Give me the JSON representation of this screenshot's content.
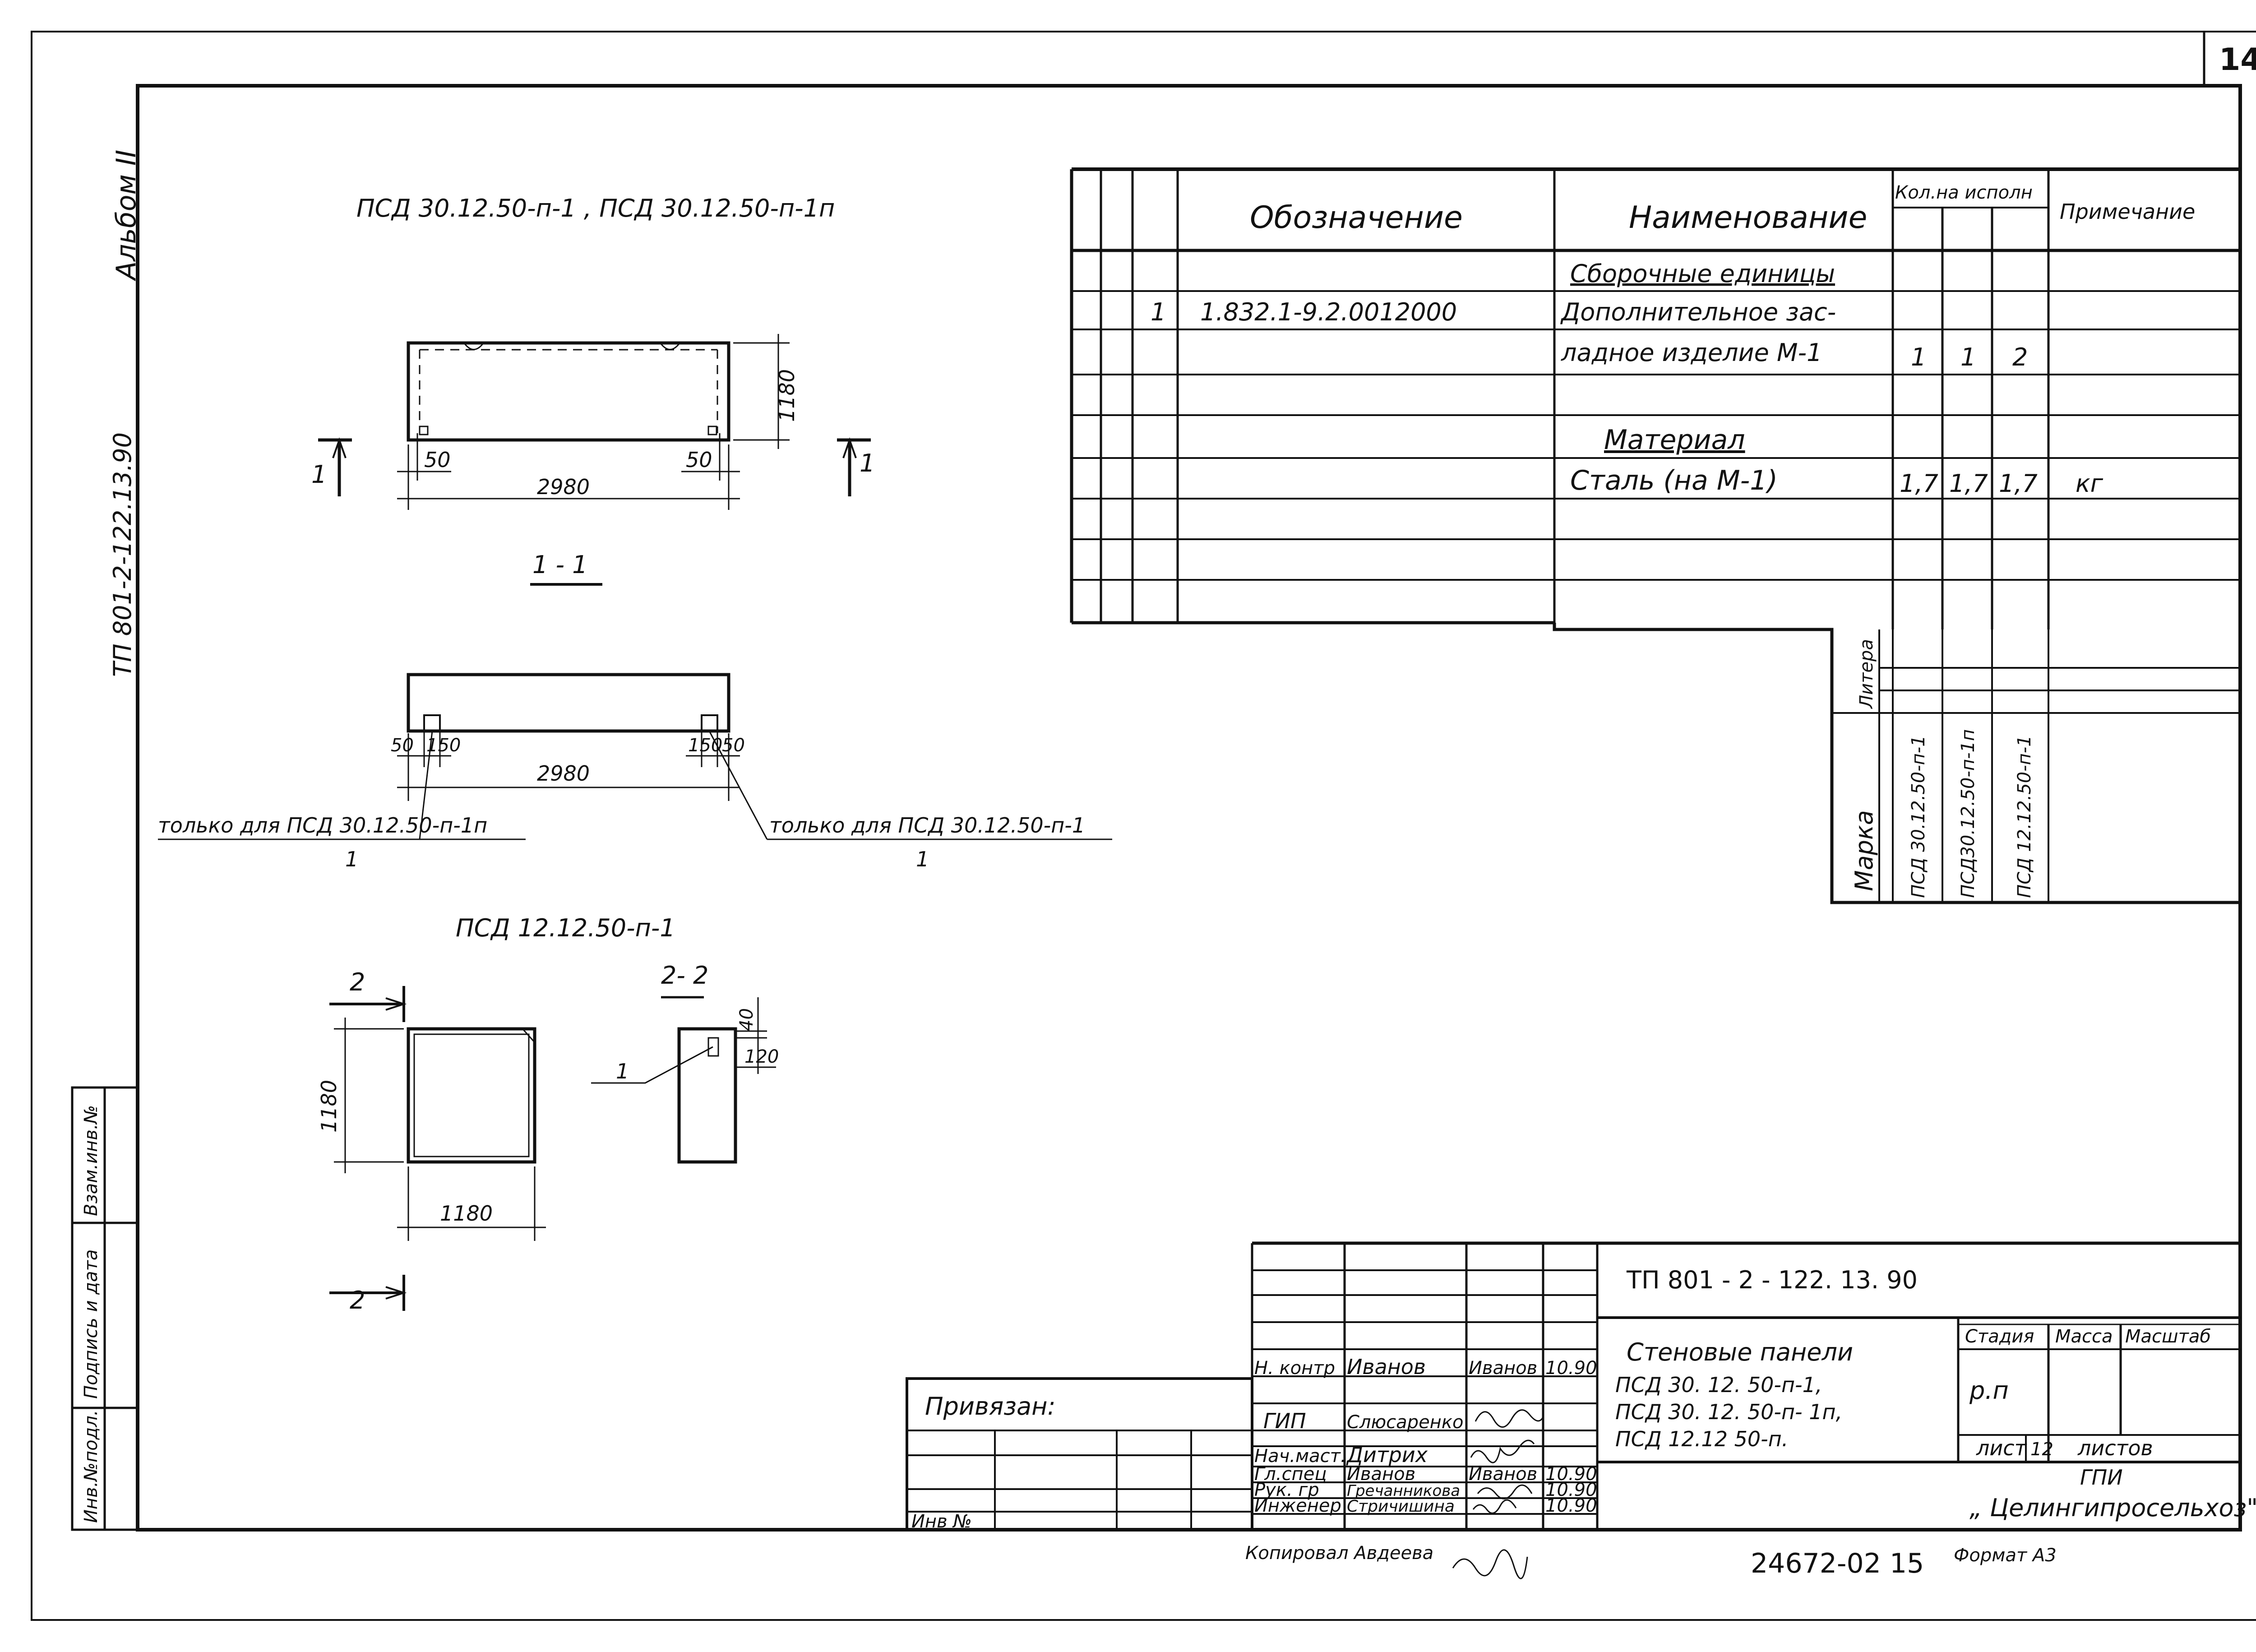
{
  "sheet_number": "14",
  "album_label": "Альбом II",
  "project_code_vertical": "ТП 801-2-122.13.90",
  "stamp_side_labels": [
    "Инв.№подл.",
    "Подпись и дата",
    "Взам.инв.№"
  ],
  "top_drawing": {
    "title": "ПСД 30.12.50-п-1 ,  ПСД 30.12.50-п-1п",
    "dim_height": "1180",
    "dim_left_50": "50",
    "dim_right_50": "50",
    "dim_length": "2980",
    "section_mark_left": "1",
    "section_mark_right": "1"
  },
  "section_1_1": {
    "title": "1 - 1",
    "dim_50_left": "50",
    "dim_150_left": "150",
    "dim_150_right": "150",
    "dim_50_right": "50",
    "dim_length": "2980",
    "note_left": "только для ПСД 30.12.50-п-1п",
    "note_left_pos": "1",
    "note_right": "только для ПСД 30.12.50-п-1",
    "note_right_pos": "1"
  },
  "small_panel": {
    "title": "ПСД 12.12.50-п-1",
    "cut_mark_top": "2",
    "cut_mark_bottom": "2",
    "dim_height": "1180",
    "dim_width": "1180"
  },
  "section_2_2": {
    "title": "2- 2",
    "dim_40": "40",
    "dim_120": "120",
    "leader_pos": "1"
  },
  "spec_table": {
    "headers": {
      "designation": "Обозначение",
      "name": "Наименование",
      "qty": "Кол.на исполн",
      "note": "Примечание"
    },
    "section_assembly": "Сборочные единицы",
    "row1_pos": "1",
    "row1_designation": "1.832.1-9.2.0012000",
    "row1_name_line1": "Дополнительное зас-",
    "row1_name_line2": "ладное изделие М-1",
    "row1_qty": [
      "1",
      "1",
      "2"
    ],
    "section_material": "Материал",
    "row2_name": "Сталь (на М-1)",
    "row2_qty": [
      "1,7",
      "1,7",
      "1,7"
    ],
    "row2_note": "кг",
    "litera_label": "Литера",
    "marka_label": "Марка",
    "marks": [
      "ПСД 30.12.50-п-1",
      "ПСД30.12.50-п-1п",
      "ПСД 12.12.50-п-1"
    ]
  },
  "title_block": {
    "doc_code": "ТП 801 - 2 - 122. 13. 90",
    "title_line1": "Стеновые панели",
    "title_line2": "ПСД 30. 12. 50-п-1,",
    "title_line3": "ПСД 30. 12. 50-п- 1п,",
    "title_line4": "ПСД 12.12 50-п.",
    "stage_header": "Стадия",
    "mass_header": "Масса",
    "scale_header": "Масштаб",
    "stage_value": "р.п",
    "sheet_label": "лист",
    "sheet_value": "12",
    "sheets_label": "листов",
    "org_line1": "ГПИ",
    "org_line2": "„ Целингипросельхоз\"",
    "signers": [
      {
        "role": "Н. контр",
        "name": "Иванов",
        "sign": "Иванов",
        "date": "10.90"
      },
      {
        "role": "ГИП",
        "name": "Слюсаренко",
        "sign": "",
        "date": ""
      },
      {
        "role": "Нач.маст.",
        "name": "Дитрих",
        "sign": "",
        "date": ""
      },
      {
        "role": "Гл.спец",
        "name": "Иванов",
        "sign": "Иванов",
        "date": "10.90"
      },
      {
        "role": "Рук. гр",
        "name": "Гречанникова",
        "sign": "",
        "date": "10.90"
      },
      {
        "role": "Инженер",
        "name": "Стричишина",
        "sign": "",
        "date": "10.90"
      }
    ],
    "binding_label": "Привязан:",
    "inv_label": "Инв №",
    "copied_label": "Копировал Авдеева",
    "footer_number": "24672-02 15",
    "format_label": "Формат А3"
  }
}
